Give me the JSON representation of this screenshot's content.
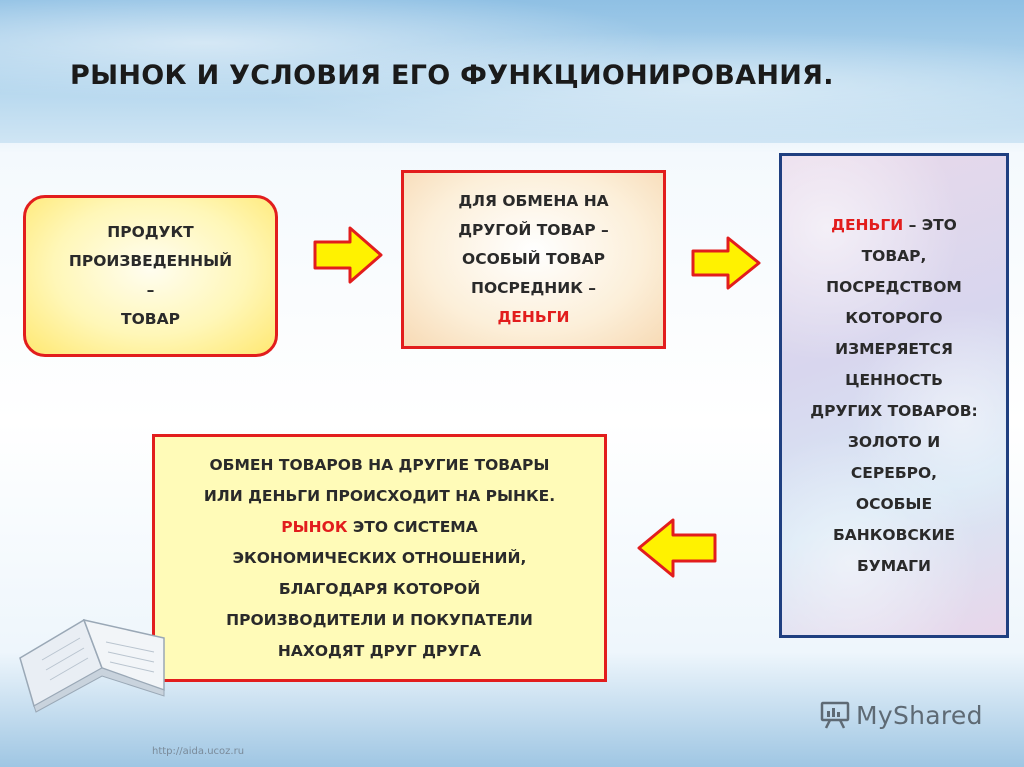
{
  "title": "РЫНОК И УСЛОВИЯ ЕГО ФУНКЦИОНИРОВАНИЯ.",
  "box_product": {
    "lines": [
      "ПРОДУКТ",
      "ПРОИЗВЕДЕННЫЙ",
      "–",
      "ТОВАР"
    ]
  },
  "box_exchange": {
    "lines": [
      "ДЛЯ ОБМЕНА  НА",
      "ДРУГОЙ ТОВАР –",
      "ОСОБЫЙ ТОВАР",
      "ПОСРЕДНИК –"
    ],
    "highlight": "ДЕНЬГИ"
  },
  "box_money": {
    "highlight": "ДЕНЬГИ",
    "first_line_rest": " – ЭТО",
    "lines": [
      "ТОВАР,",
      "ПОСРЕДСТВОМ",
      "КОТОРОГО",
      "ИЗМЕРЯЕТСЯ",
      "ЦЕННОСТЬ",
      "ДРУГИХ ТОВАРОВ:",
      "ЗОЛОТО И",
      "СЕРЕБРО,",
      "ОСОБЫЕ",
      "БАНКОВСКИЕ",
      "БУМАГИ"
    ]
  },
  "box_market": {
    "lines_before": [
      "ОБМЕН ТОВАРОВ  НА ДРУГИЕ ТОВАРЫ",
      "ИЛИ ДЕНЬГИ ПРОИСХОДИТ НА РЫНКЕ."
    ],
    "highlight": "РЫНОК",
    "highlight_rest": " ЭТО СИСТЕМА",
    "lines_after": [
      "ЭКОНОМИЧЕСКИХ ОТНОШЕНИЙ,",
      "БЛАГОДАРЯ КОТОРОЙ",
      "ПРОИЗВОДИТЕЛИ  И ПОКУПАТЕЛИ",
      "НАХОДЯТ ДРУГ ДРУГА"
    ]
  },
  "logo": {
    "text": "MyShared",
    "icon": "presentation-icon"
  },
  "footer_url": "http://aida.ucoz.ru",
  "colors": {
    "accent_red": "#e21d1d",
    "navy_border": "#1f3f80",
    "arrow_fill": "#fff200"
  }
}
